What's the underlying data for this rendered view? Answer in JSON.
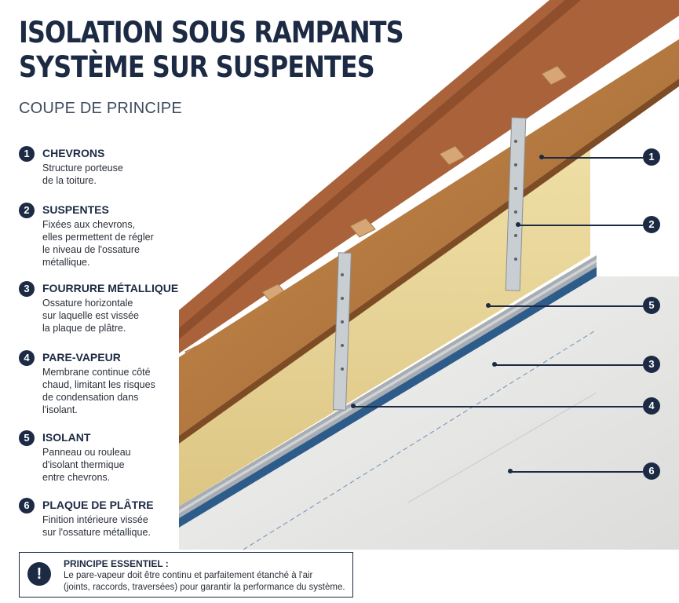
{
  "title": {
    "line1": "ISOLATION SOUS RAMPANTS",
    "line2": "SYSTÈME SUR SUSPENTES"
  },
  "subtitle": "COUPE DE PRINCIPE",
  "legend": [
    {
      "number": "1",
      "title": "CHEVRONS",
      "lines": [
        "Structure porteuse",
        "de la toiture."
      ]
    },
    {
      "number": "2",
      "title": "SUSPENTES",
      "lines": [
        "Fixées aux chevrons,",
        "elles permettent de régler",
        "le niveau de l'ossature",
        "métallique."
      ]
    },
    {
      "number": "3",
      "title": "FOURRURE MÉTALLIQUE",
      "lines": [
        "Ossature horizontale",
        "sur laquelle est vissée",
        "la plaque de plâtre."
      ]
    },
    {
      "number": "4",
      "title": "PARE-VAPEUR",
      "lines": [
        "Membrane continue côté",
        "chaud, limitant les risques",
        "de condensation dans",
        "l'isolant."
      ]
    },
    {
      "number": "5",
      "title": "ISOLANT",
      "lines": [
        "Panneau ou rouleau",
        "d'isolant thermique",
        "entre chevrons."
      ]
    },
    {
      "number": "6",
      "title": "PLAQUE DE PLÂTRE",
      "lines": [
        "Finition intérieure vissée",
        "sur l'ossature métallique."
      ]
    }
  ],
  "callouts": [
    "1",
    "2",
    "5",
    "3",
    "4",
    "6"
  ],
  "note": {
    "icon": "!",
    "title": "PRINCIPE ESSENTIEL :",
    "lines": [
      "Le pare-vapeur doit être continu et parfaitement étanché à l'air",
      "(joints, raccords, traversées) pour garantir la performance du système."
    ]
  },
  "colors": {
    "navy": "#1c2a44",
    "wood": "#b5773f",
    "tiles": "#a9623a",
    "insulation": "#e8d59a",
    "membrane": "#2d5c8a",
    "metal": "#a7adb3",
    "plasterboard": "#ececea"
  },
  "icons": {
    "note_icon": "exclamation-icon"
  }
}
